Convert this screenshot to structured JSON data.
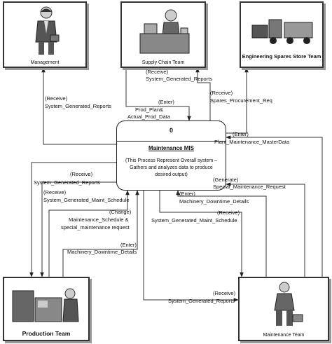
{
  "process": {
    "number": "0",
    "name": "Maintenance MIS",
    "description": "(This Process Represent Overall system – Gathers and analyzes data to produce desired output)"
  },
  "entities": {
    "management": "Management",
    "supply_chain": "Supply Chain Team",
    "engineering_spares": "Engineering Spares Store Team",
    "production": "Production Team",
    "maintenance": "Maintenance Team"
  },
  "flows": {
    "mgmt_receive": {
      "action": "(Receive)",
      "data": "System_Generated_Reports"
    },
    "supply_receive": {
      "action": "(Receive)",
      "data": "System_Generated_Reports"
    },
    "supply_enter": {
      "action": "(Enter)",
      "data1": "Prod_Plan&",
      "data2": "Actual_Prod_Data"
    },
    "eng_receive": {
      "action": "(Receive)",
      "data": "Spares_Procurement_Req"
    },
    "maint_enter_master": {
      "action": "(Enter)",
      "data": "Plant_Maintenance_MasterData"
    },
    "maint_generate": {
      "action": "(Generate)",
      "data": "Special_Maintenance_Request"
    },
    "maint_enter_downtime": {
      "action": "(Enter)",
      "data": "Machinery_Downtime_Details"
    },
    "maint_receive_schedule": {
      "action": "(Receive)",
      "data": "System_Generated_Maint_Schedule"
    },
    "maint_receive_reports": {
      "action": "(Receive)",
      "data": "System_Generated_Reports"
    },
    "prod_receive_reports": {
      "action": "(Receive)",
      "data": "System_Generated_Reports"
    },
    "prod_receive_schedule": {
      "action": "(Receive)",
      "data": "System_Generated_Maint_Schedule"
    },
    "prod_change": {
      "action": "(Change)",
      "data1": "Maintenance_Schedule &",
      "data2": "special_maintenance request"
    },
    "prod_enter_downtime": {
      "action": "(Enter)",
      "data": "Machinery_Downtime_Details"
    }
  }
}
